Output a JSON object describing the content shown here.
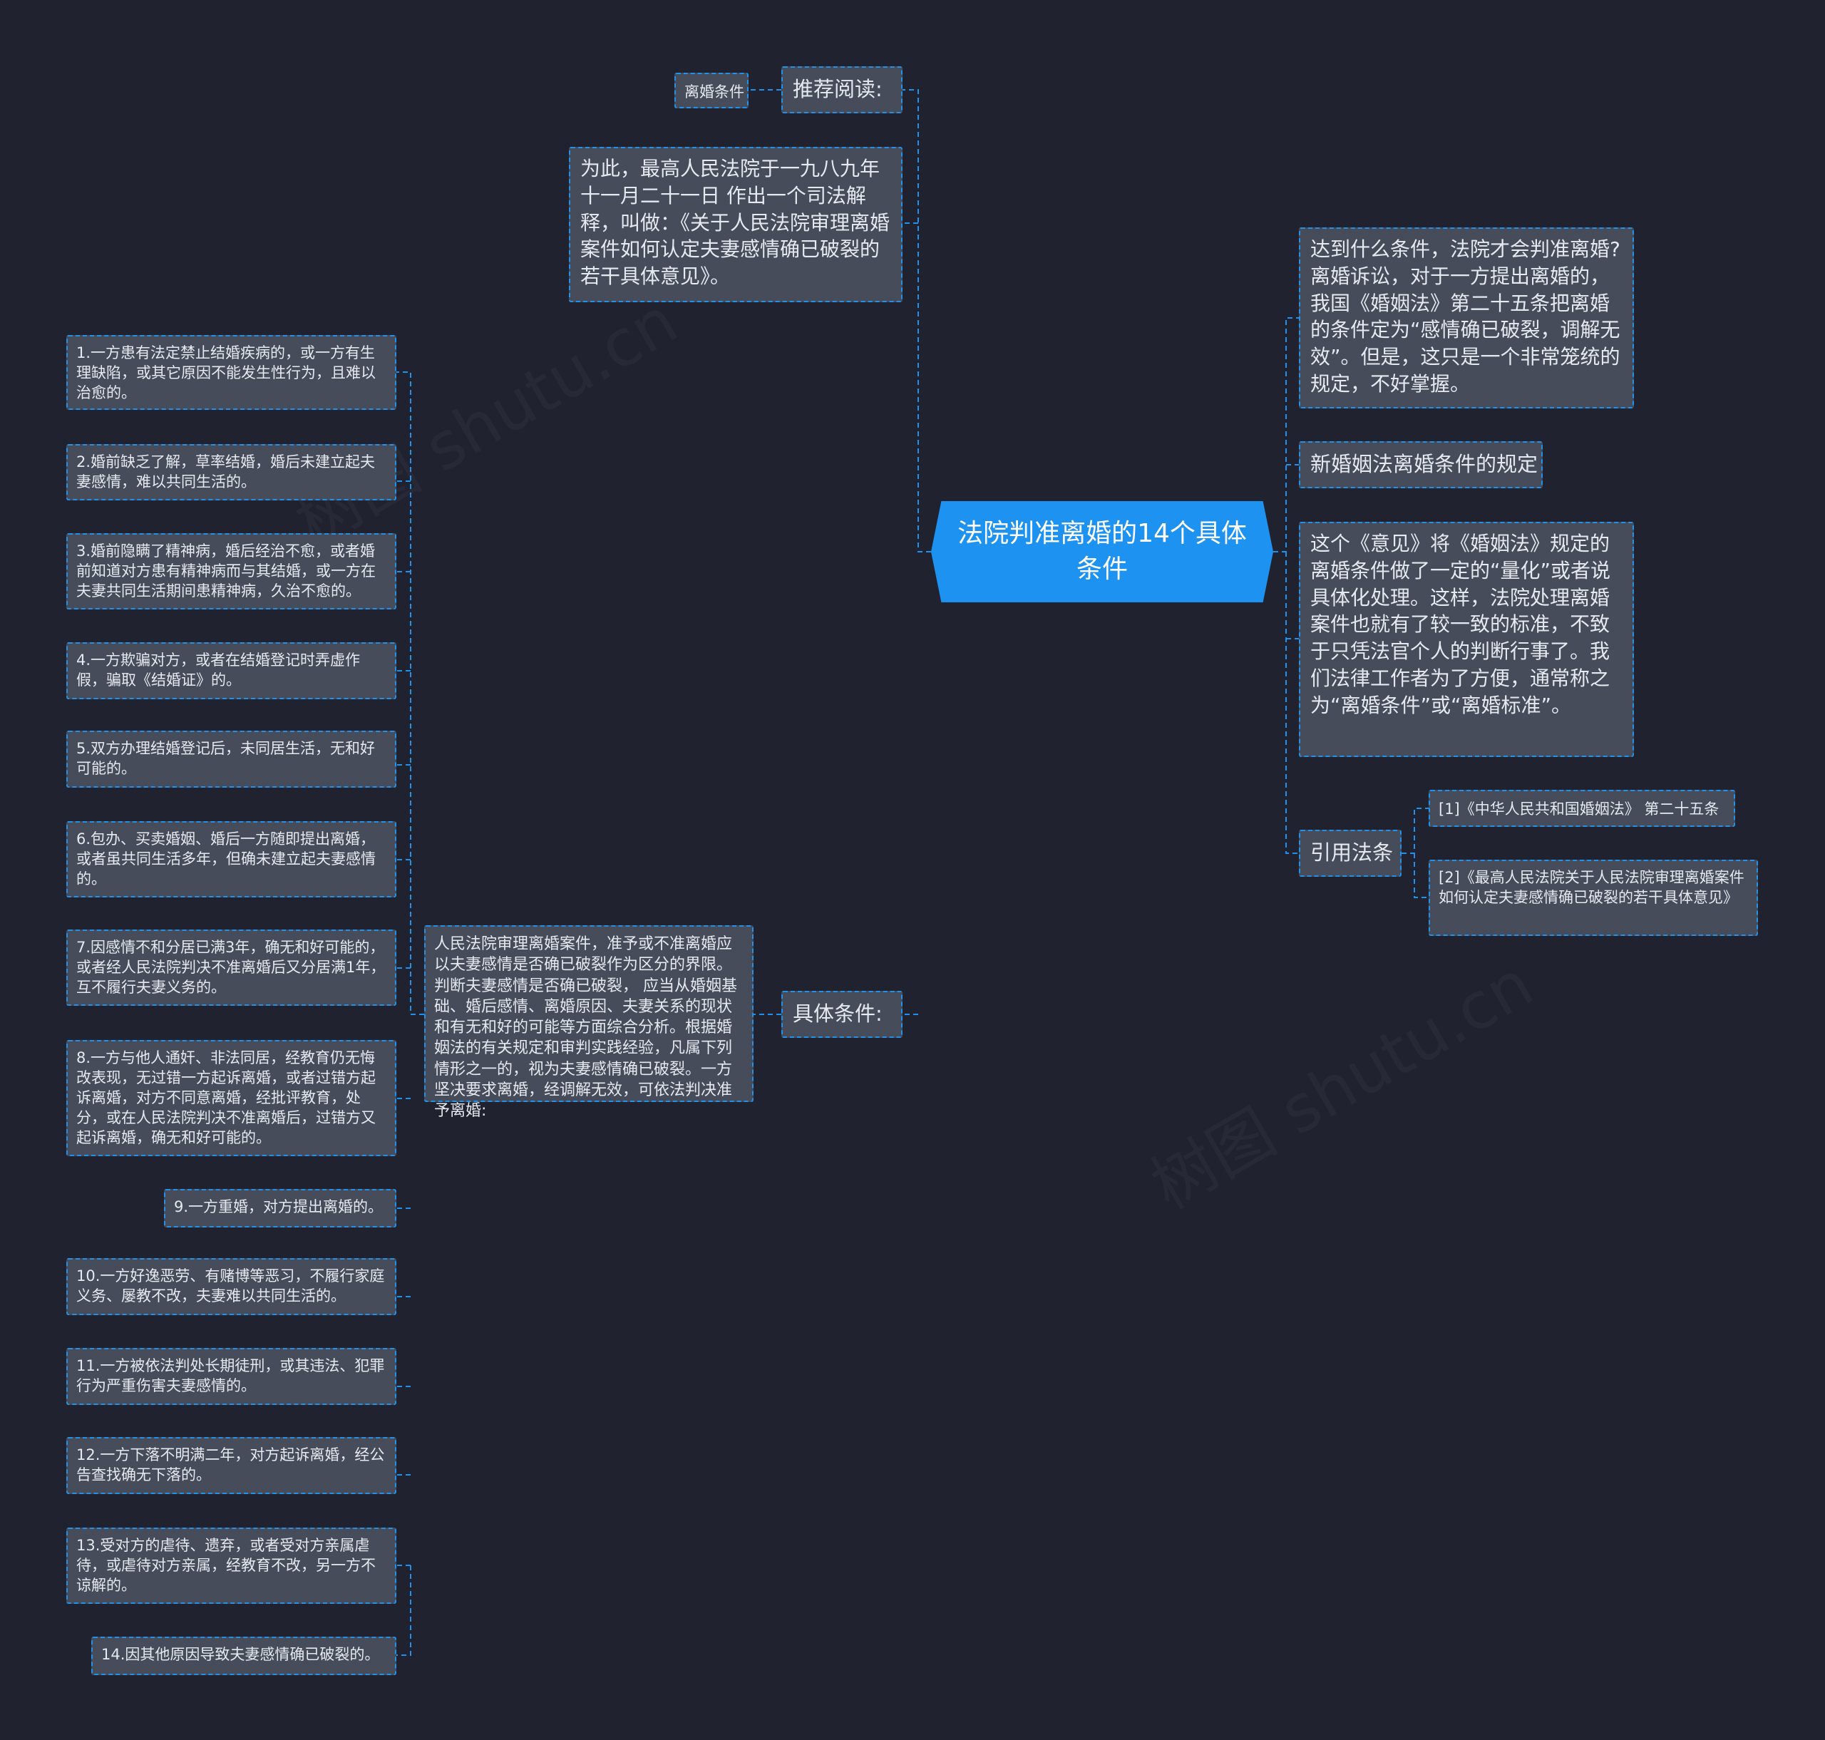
{
  "center": {
    "title": "法院判准离婚的14个具体条件"
  },
  "left": {
    "recommend": {
      "label": "推荐阅读:",
      "child": "离婚条件"
    },
    "intro": "为此，最高人民法院于一九八九年十一月二十一日 作出一个司法解释，叫做：《关于人民法院审理离婚案件如何认定夫妻感情确已破裂的若干具体意见》。",
    "specific": {
      "label": "具体条件:",
      "desc": "人民法院审理离婚案件，准予或不准离婚应以夫妻感情是否确已破裂作为区分的界限。判断夫妻感情是否确已破裂， 应当从婚姻基础、婚后感情、离婚原因、夫妻关系的现状和有无和好的可能等方面综合分析。根据婚姻法的有关规定和审判实践经验，凡属下列情形之一的，视为夫妻感情确已破裂。一方坚决要求离婚，经调解无效，可依法判决准予离婚:",
      "items": [
        "1.一方患有法定禁止结婚疾病的，或一方有生理缺陷，或其它原因不能发生性行为，且难以治愈的。",
        "2.婚前缺乏了解，草率结婚，婚后未建立起夫妻感情，难以共同生活的。",
        "3.婚前隐瞒了精神病，婚后经治不愈，或者婚前知道对方患有精神病而与其结婚，或一方在夫妻共同生活期间患精神病，久治不愈的。",
        "4.一方欺骗对方，或者在结婚登记时弄虚作假，骗取《结婚证》的。",
        "5.双方办理结婚登记后，未同居生活，无和好可能的。",
        "6.包办、买卖婚姻、婚后一方随即提出离婚，或者虽共同生活多年，但确未建立起夫妻感情的。",
        "7.因感情不和分居已满3年，确无和好可能的，或者经人民法院判决不准离婚后又分居满1年，互不履行夫妻义务的。",
        "8.一方与他人通奸、非法同居，经教育仍无悔改表现，无过错一方起诉离婚，或者过错方起诉离婚，对方不同意离婚，经批评教育，处分，或在人民法院判决不准离婚后，过错方又起诉离婚，确无和好可能的。",
        "9.一方重婚，对方提出离婚的。",
        "10.一方好逸恶劳、有赌博等恶习，不履行家庭义务、屡教不改，夫妻难以共同生活的。",
        "11.一方被依法判处长期徒刑，或其违法、犯罪行为严重伤害夫妻感情的。",
        "12.一方下落不明满二年，对方起诉离婚，经公告查找确无下落的。",
        "13.受对方的虐待、遗弃，或者受对方亲属虐待，或虐待对方亲属，经教育不改，另一方不谅解的。",
        "14.因其他原因导致夫妻感情确已破裂的。"
      ]
    }
  },
  "right": {
    "question": "达到什么条件，法院才会判准离婚? 离婚诉讼，对于一方提出离婚的，我国《婚姻法》第二十五条把离婚的条件定为“感情确已破裂，调解无效”。但是，这只是一个非常笼统的规定，不好掌握。",
    "newlaw": "新婚姻法离婚条件的规定",
    "opinion": "这个《意见》将《婚姻法》规定的离婚条件做了一定的“量化”或者说具体化处理。这样，法院处理离婚案件也就有了较一致的标准，不致于只凭法官个人的判断行事了。我们法律工作者为了方便，通常称之为“离婚条件”或“离婚标准”。",
    "cite": {
      "label": "引用法条",
      "refs": [
        "[1]《中华人民共和国婚姻法》 第二十五条",
        "[2]《最高人民法院关于人民法院审理离婚案件如何认定夫妻感情确已破裂的若干具体意见》"
      ]
    }
  },
  "colors": {
    "background": "#20232f",
    "node": "#474c5a",
    "border": "#1e92ec",
    "center": "#1d92f1",
    "text": "#e6e9ef"
  },
  "watermark": "树图 shutu.cn"
}
